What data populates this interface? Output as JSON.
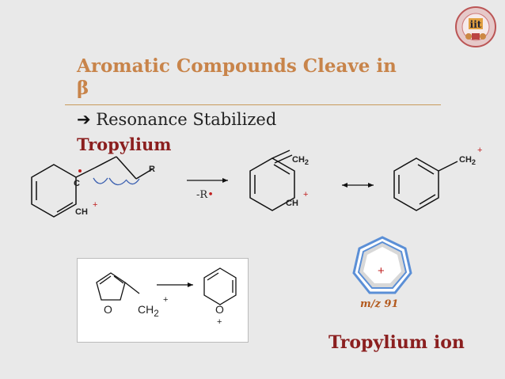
{
  "slide": {
    "title_line1": "Aromatic Compounds Cleave in",
    "title_line2": "β",
    "bullet_symbol": "",
    "line1_arrow": "➔",
    "line1_text": "Resonance Stabilized",
    "heading": "Tropylium",
    "reaction_reagent": "-R",
    "mz_label": "m/z  91",
    "ion_label": "Tropylium ion"
  },
  "labels": {
    "c": "C",
    "ch": "CH",
    "r": "R",
    "ch2": "CH",
    "ch2_sub": "2",
    "ch_cation": "CH",
    "plus": "+",
    "o": "O",
    "ch2b": "CH",
    "ch2b_sub": "2"
  },
  "colors": {
    "title": "#c8844a",
    "heading": "#8b1f1f",
    "charge": "#c02020",
    "ring_heptagon": "#5b8fd6"
  }
}
